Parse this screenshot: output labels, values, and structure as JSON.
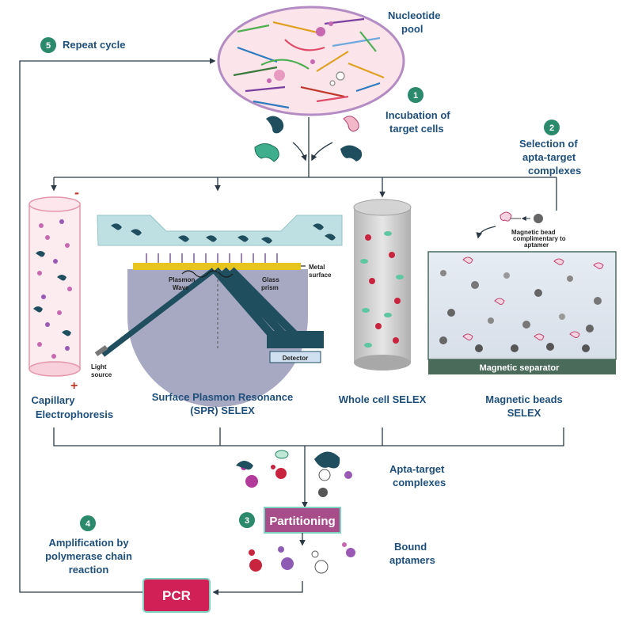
{
  "labels": {
    "nucleotide_pool": [
      "Nucleotide",
      "pool"
    ],
    "repeat_cycle": "Repeat cycle",
    "incubation": [
      "Incubation of",
      "target cells"
    ],
    "selection": [
      "Selection of",
      "apta-target",
      "complexes"
    ],
    "capillary": [
      "Capillary",
      "Electrophoresis"
    ],
    "spr": [
      "Surface Plasmon Resonance",
      "(SPR) SELEX"
    ],
    "whole_cell": "Whole cell SELEX",
    "magnetic": [
      "Magnetic beads",
      "SELEX"
    ],
    "apta_target": [
      "Apta-target",
      "complexes"
    ],
    "partitioning": "Partitioning",
    "bound": [
      "Bound",
      "aptamers"
    ],
    "amplification": [
      "Amplification by",
      "polymerase chain",
      "reaction"
    ],
    "pcr": "PCR",
    "magnetic_separator": "Magnetic separator",
    "detector": "Detector",
    "light_source": [
      "Light",
      "source"
    ],
    "plasmon_wave": [
      "Plasmon",
      "Wave"
    ],
    "glass_prism": [
      "Glass",
      "prism"
    ],
    "metal_surface": [
      "Metal",
      "surface"
    ],
    "bead_note": [
      "Magnetic bead",
      "complimentary to",
      "aptamer"
    ],
    "minus": "-",
    "plus": "+"
  },
  "steps": {
    "s1": "1",
    "s2": "2",
    "s3": "3",
    "s4": "4",
    "s5": "5"
  },
  "colors": {
    "navy_text": "#1e4f7a",
    "step_badge": "#2a8a6b",
    "pcr_box": "#d02055",
    "partition_box": "#a64d8a",
    "pool_fill": "#fbe4ea",
    "pool_border": "#b48cc4",
    "separator": "#4a6b5a",
    "capillary_fill": "#fcecef",
    "teal_channel": "#bfe0e3"
  }
}
